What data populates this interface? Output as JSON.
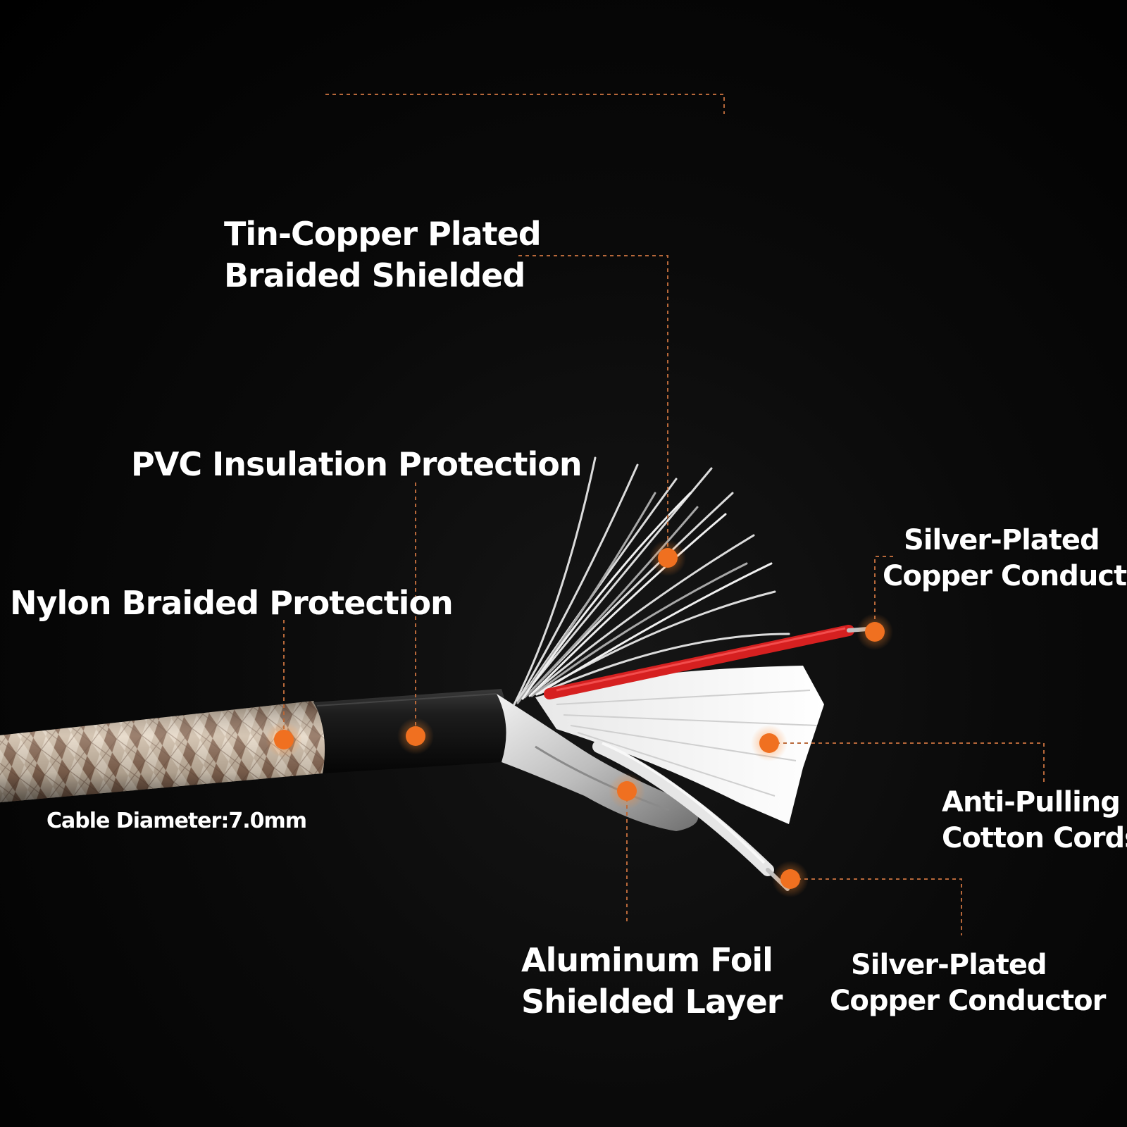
{
  "colors": {
    "background": "#000000",
    "accent": "#f07020",
    "leader_line": "#b8683a",
    "label_text": "#ffffff",
    "nylon_braid_light": "#e4d6c4",
    "nylon_braid_dark": "#8a6a55",
    "pvc_jacket": "#1a1a1a",
    "shield_silver": "#d9d9d9",
    "conductor_red": "#d62020",
    "conductor_white": "#e6e6e6"
  },
  "labels": {
    "tin_copper": {
      "line1": "Tin-Copper Plated",
      "line2": "Braided Shielded"
    },
    "pvc": "PVC Insulation Protection",
    "nylon": "Nylon Braided Protection",
    "diameter": "Cable Diameter:7.0mm",
    "silver_top": {
      "line1": "Silver-Plated",
      "line2": "Copper Conductor"
    },
    "anti_pulling": {
      "line1": "Anti-Pulling",
      "line2": "Cotton Cords"
    },
    "aluminum": {
      "line1": "Aluminum Foil",
      "line2": "Shielded Layer"
    },
    "silver_bottom": {
      "line1": "Silver-Plated",
      "line2": "Copper Conductor"
    }
  }
}
